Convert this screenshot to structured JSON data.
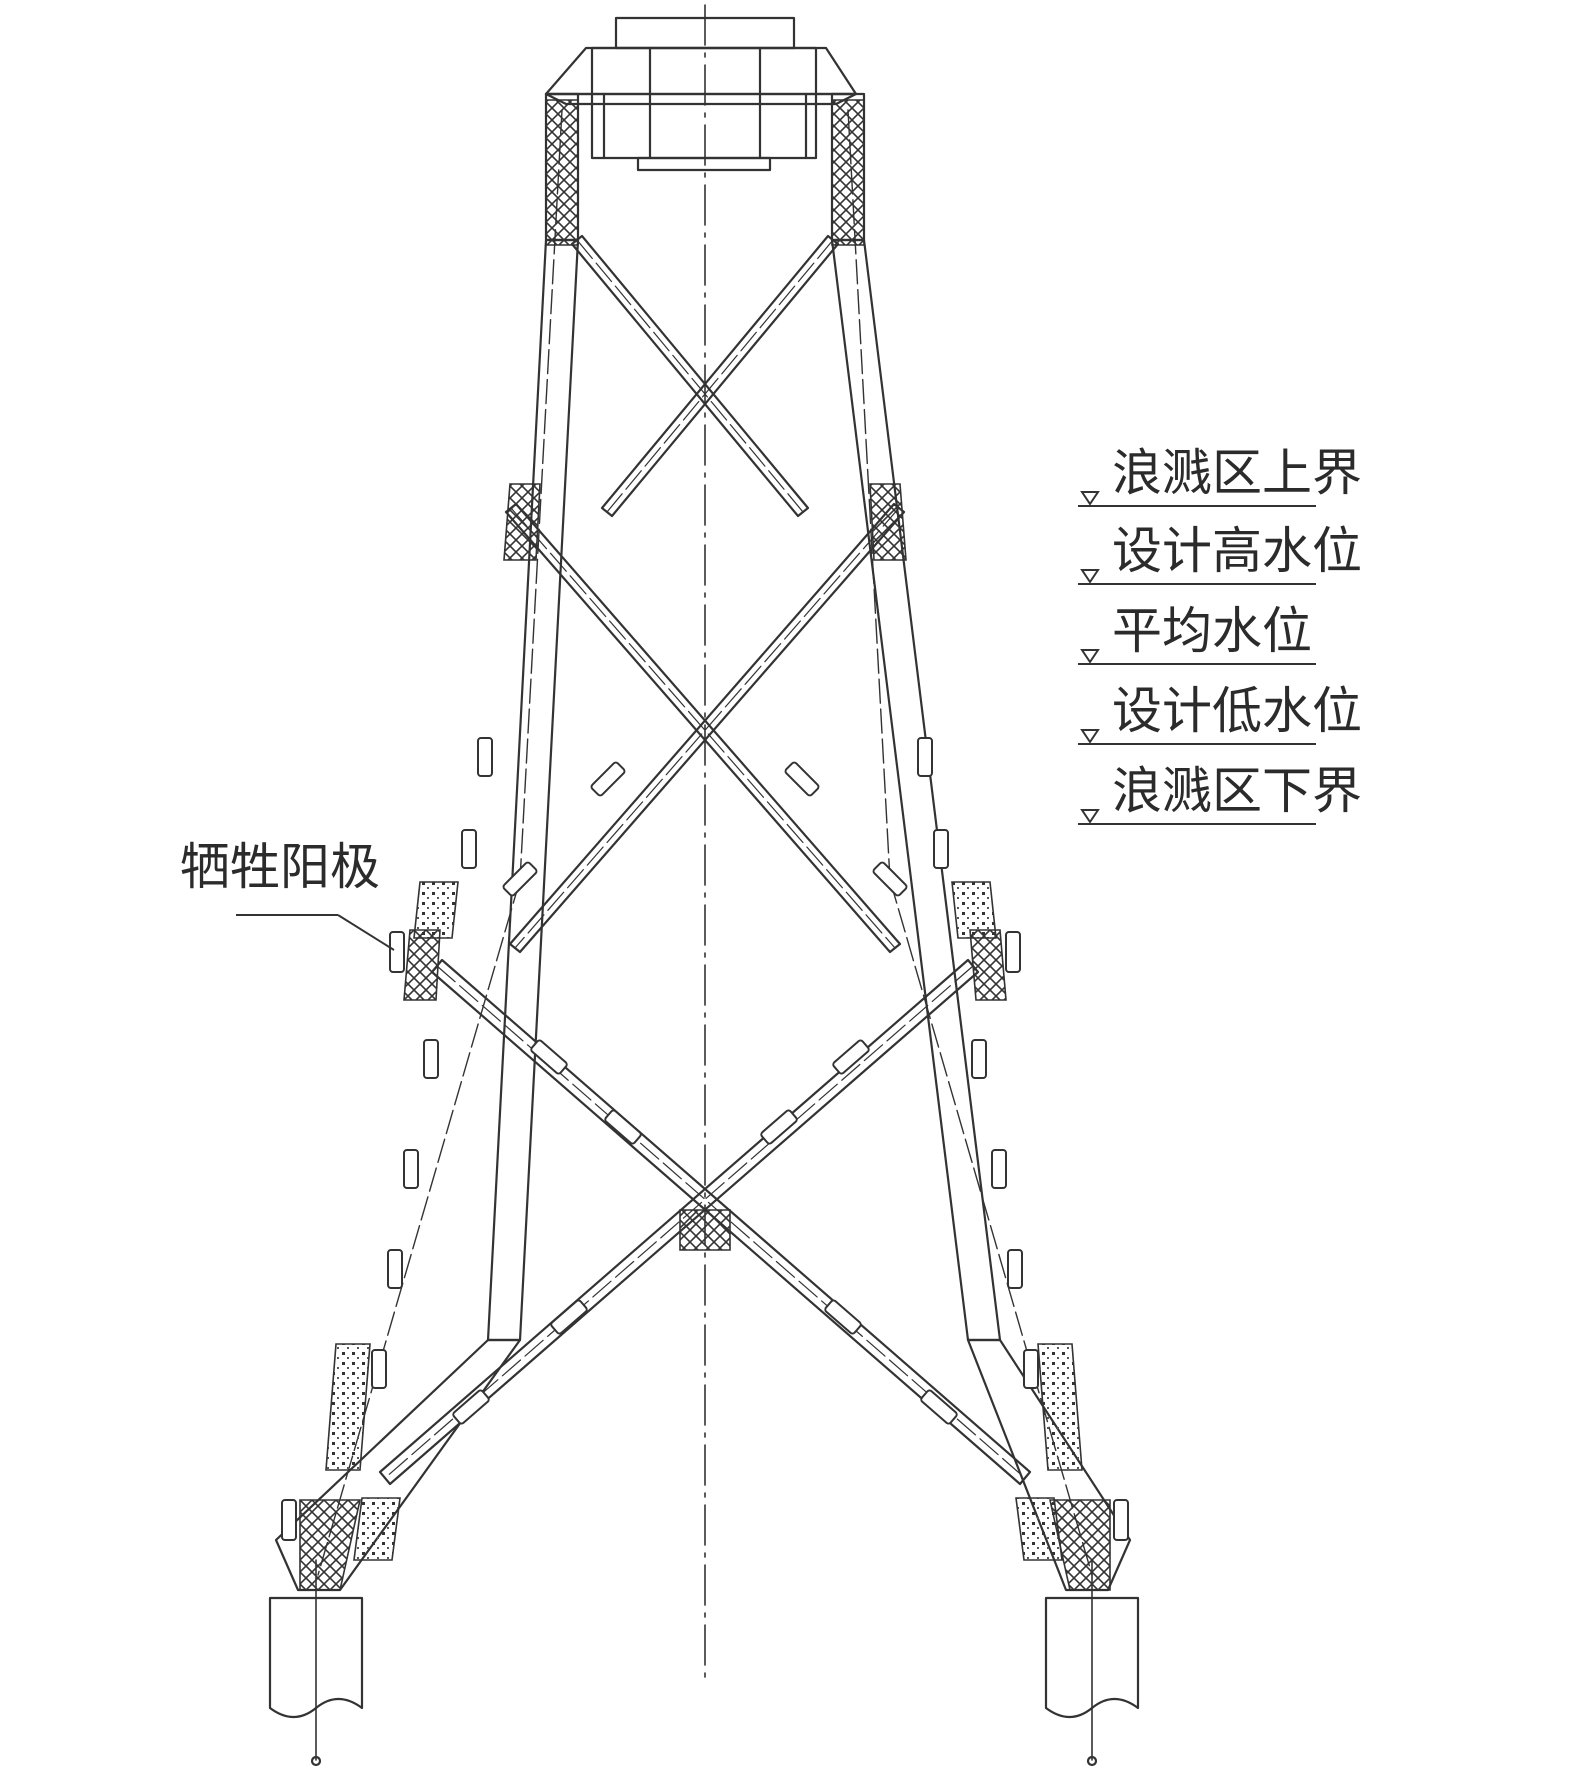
{
  "legend": {
    "water_levels": [
      {
        "label": "浪溅区上界"
      },
      {
        "label": "设计高水位"
      },
      {
        "label": "平均水位"
      },
      {
        "label": "设计低水位"
      },
      {
        "label": "浪溅区下界"
      }
    ]
  },
  "callouts": {
    "anode_label": "牺牲阳极"
  },
  "colors": {
    "line": "#333333",
    "background": "#ffffff"
  }
}
